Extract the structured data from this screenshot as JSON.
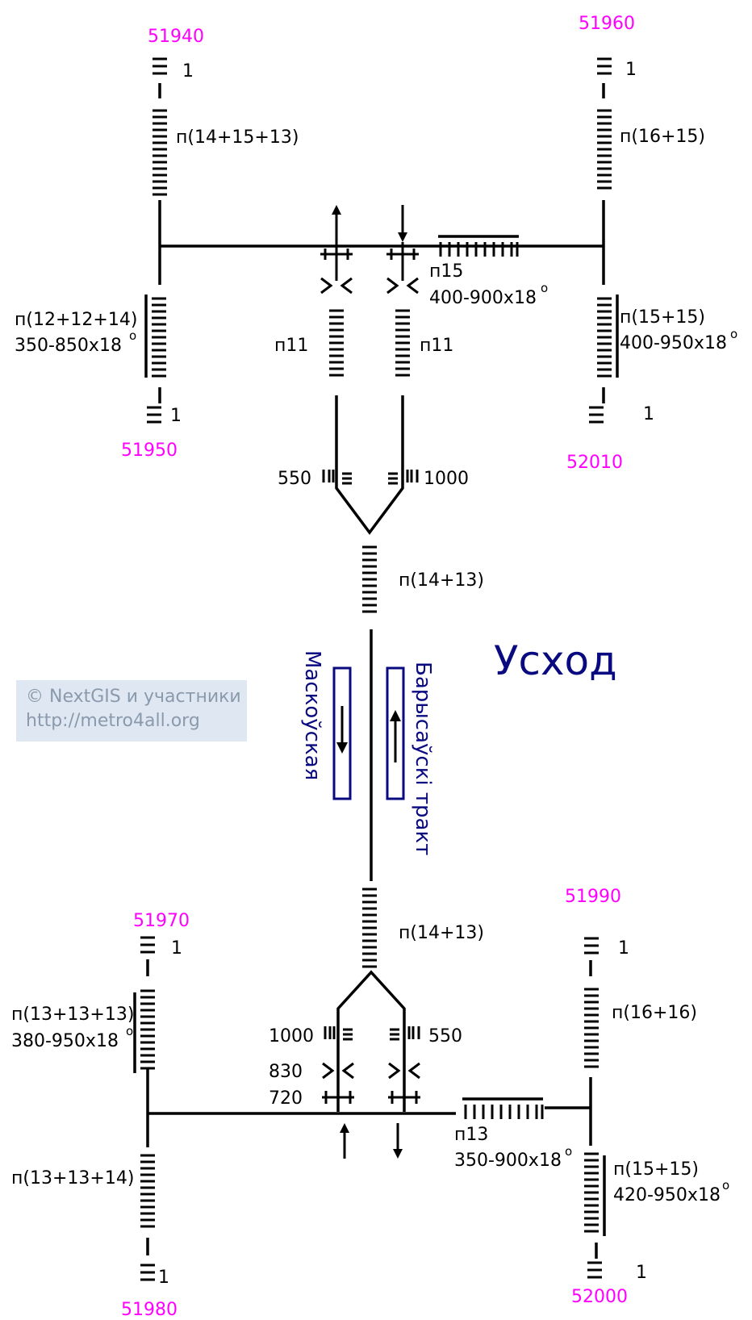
{
  "station": {
    "name": "Усход"
  },
  "platforms": {
    "left": "Маскоўская",
    "right": "Барысаўскі тракт"
  },
  "copyright": {
    "line1": "© NextGIS и участники",
    "line2": "http://metro4all.org"
  },
  "exits": {
    "e51940": "51940",
    "e51960": "51960",
    "e51950": "51950",
    "e52010": "52010",
    "e51970": "51970",
    "e51990": "51990",
    "e51980": "51980",
    "e52000": "52000"
  },
  "labels": {
    "top": {
      "nw_steps": "1",
      "nw_flight": "п(14+15+13)",
      "ne_steps": "1",
      "ne_flight": "п(16+15)",
      "sw_flight": "п(12+12+14)",
      "sw_ramp": "350-850х18",
      "sw_steps": "1",
      "se_flight": "п(15+15)",
      "se_ramp": "400-950х18",
      "se_steps": "1",
      "center_p15": "п15",
      "center_ramp": "400-900х18",
      "left_p11": "п11",
      "right_p11": "п11",
      "left_550": "550",
      "right_1000": "1000",
      "main_flight": "п(14+13)",
      "deg": "о"
    },
    "bottom": {
      "main_flight": "п(14+13)",
      "left_1000": "1000",
      "right_550": "550",
      "w_830": "830",
      "w_720": "720",
      "nw_steps": "1",
      "nw_flight": "п(13+13+13)",
      "nw_ramp": "380-950х18",
      "sw_flight": "п(13+13+14)",
      "sw_steps": "1",
      "ne_steps": "1",
      "ne_flight": "п(16+16)",
      "center_p13": "п13",
      "center_ramp": "350-900х18",
      "se_flight": "п(15+15)",
      "se_ramp": "420-950х18",
      "se_steps": "1",
      "deg": "о"
    }
  }
}
